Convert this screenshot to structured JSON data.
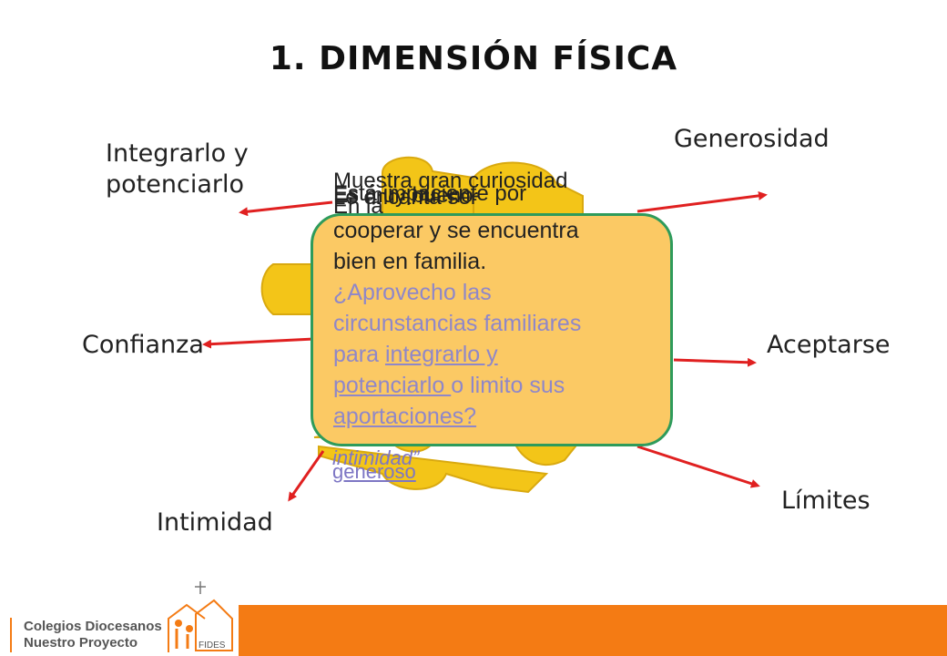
{
  "title": "1. DIMENSIÓN FÍSICA",
  "labels": {
    "integrarlo": [
      "Integrarlo y",
      "potenciarlo"
    ],
    "generosidad": "Generosidad",
    "confianza": "Confianza",
    "aceptarse": "Aceptarse",
    "intimidad": "Intimidad",
    "limites": "Límites"
  },
  "overlaps": {
    "t1": "Muestra gran curiosidad",
    "t2": "Está impaciente por",
    "t3": "Es muy bueno-",
    "t4": "Le encanta ser",
    "t5": "En la",
    "small1": "intimidad”",
    "small2": "generoso"
  },
  "callout": {
    "line1": "cooperar y se encuentra",
    "line2": "bien en familia.",
    "q1": "¿Aprovecho las",
    "q2": "circunstancias familiares",
    "q3_pre": "para ",
    "q3_link": "integrarlo y",
    "q4_link": "potenciarlo ",
    "q4_post": "o  limito sus",
    "q5_link": "aportaciones?"
  },
  "footer": {
    "brand_line1": "Colegios Diocesanos",
    "brand_line2": "Nuestro Proyecto",
    "fides": "FIDES"
  },
  "colors": {
    "arrow": "#e02020",
    "puzzle": "#f3c518",
    "callout_bg": "#fbc964",
    "callout_border": "#2e9b5b",
    "footer_bar": "#f47b14"
  }
}
